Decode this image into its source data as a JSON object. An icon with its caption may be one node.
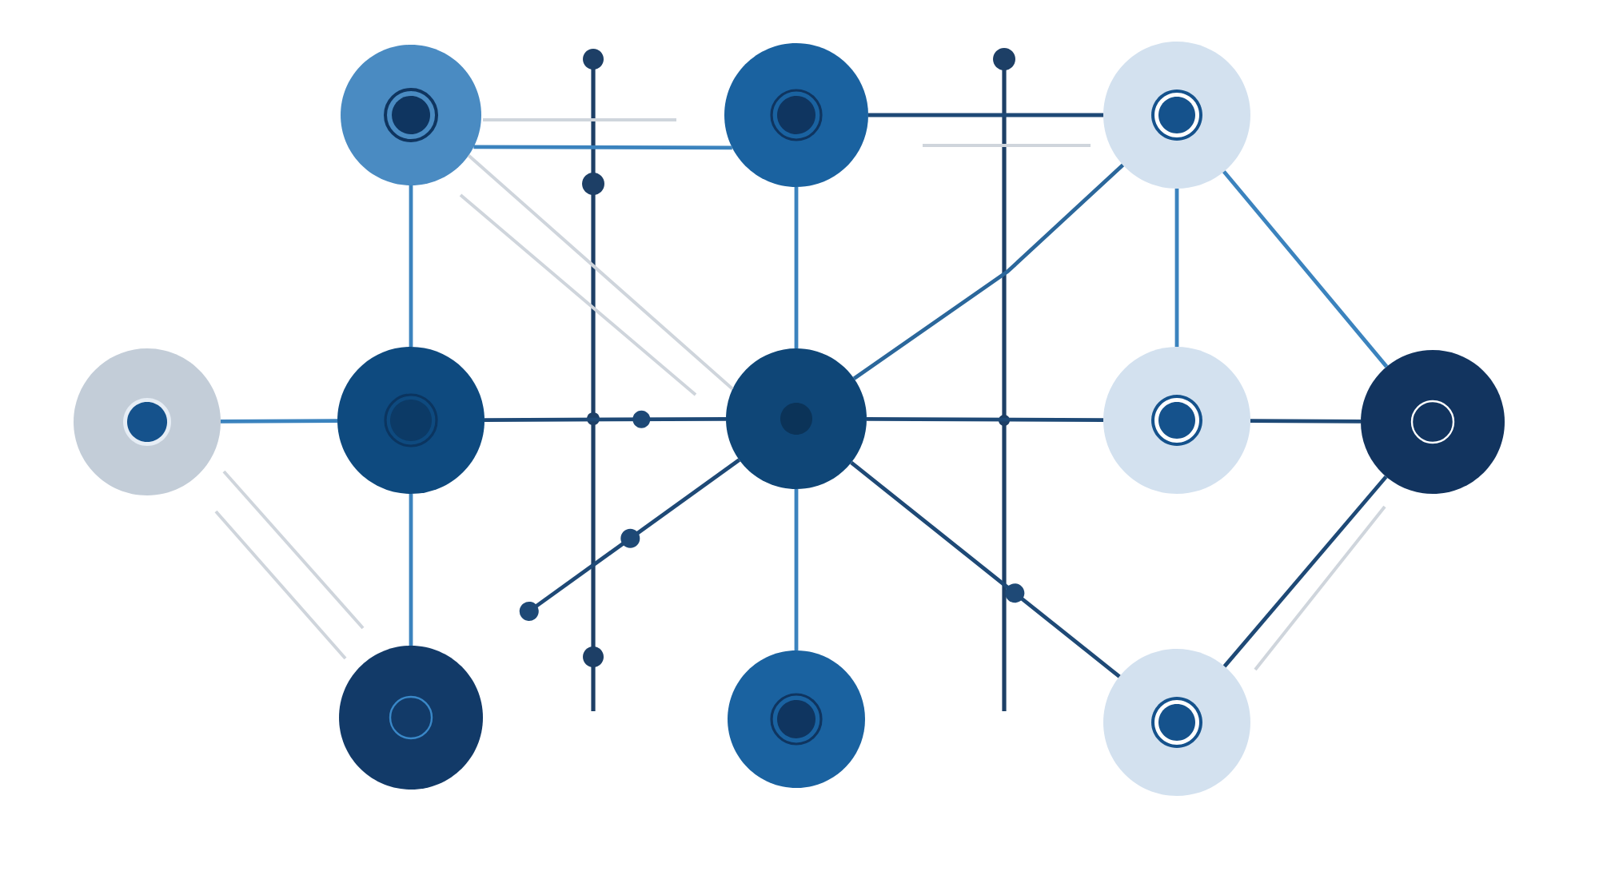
{
  "diagram": {
    "nodes": [
      {
        "text": [],
        "shape": "circle"
      },
      {
        "text": [],
        "shape": "circle"
      },
      {
        "text": [],
        "shape": "circle"
      },
      {
        "text": [],
        "shape": "circle"
      },
      {
        "text": [],
        "shape": "circle"
      },
      {
        "text": [],
        "shape": "circle"
      },
      {
        "text": [],
        "shape": "circle"
      },
      {
        "text": [],
        "shape": "circle"
      },
      {
        "text": [],
        "shape": "circle"
      },
      {
        "text": [],
        "shape": "circle"
      },
      {
        "text": [],
        "shape": "circle"
      }
    ],
    "edges": [
      {
        "from": 0,
        "to": 1,
        "arrow": "none",
        "color": "#3b83be"
      },
      {
        "from": 1,
        "to": 2,
        "arrow": "none"
      },
      {
        "from": 0,
        "to": 4,
        "arrow": "none",
        "color": "#3b83be"
      },
      {
        "from": 1,
        "to": 5,
        "arrow": "none",
        "color": "#3b83be"
      },
      {
        "from": 2,
        "to": 6,
        "arrow": "none",
        "color": "#3b83be"
      },
      {
        "from": 2,
        "to": 7,
        "arrow": "none",
        "color": "#3b83be"
      },
      {
        "from": 2,
        "to": 5,
        "arrow": "none",
        "color": "#2b679b"
      },
      {
        "from": 3,
        "to": 4,
        "arrow": "none",
        "color": "#3b83be"
      },
      {
        "from": 4,
        "to": 5,
        "arrow": "none"
      },
      {
        "from": 5,
        "to": 6,
        "arrow": "none"
      },
      {
        "from": 6,
        "to": 7,
        "arrow": "none"
      },
      {
        "from": 4,
        "to": 8,
        "arrow": "none",
        "color": "#3b83be"
      },
      {
        "from": 5,
        "to": 9,
        "arrow": "none",
        "color": "#3b83be"
      },
      {
        "from": 5,
        "to": 10,
        "arrow": "none"
      },
      {
        "from": 7,
        "to": 10,
        "arrow": "none"
      },
      {
        "from": 5,
        "to": null,
        "arrow": "other"
      },
      {
        "from": 0,
        "to": 5,
        "arrow": "none",
        "color": "#cfd5dc"
      }
    ]
  }
}
